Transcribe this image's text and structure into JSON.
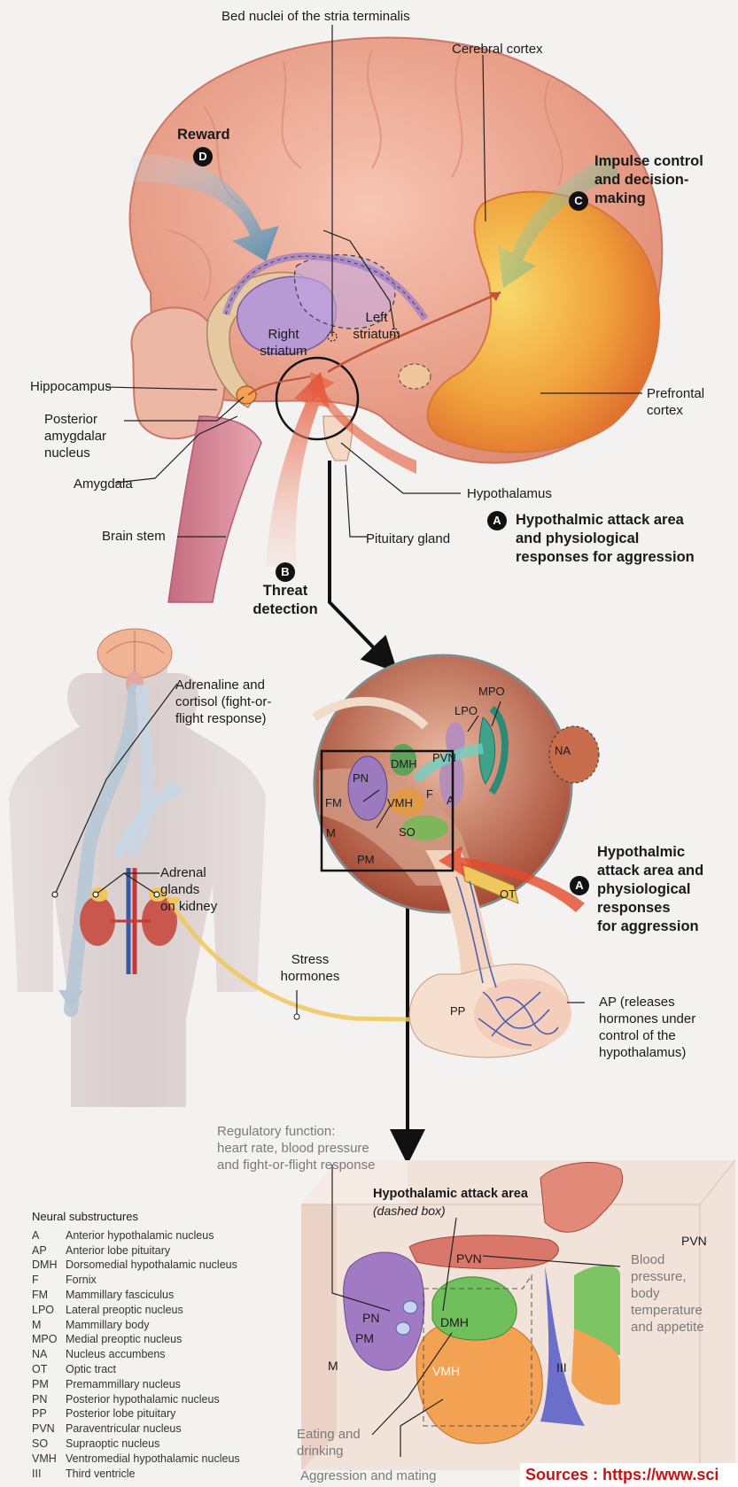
{
  "labels": {
    "bed_nuclei": "Bed nuclei of the stria terminalis",
    "cerebral_cortex": "Cerebral cortex",
    "reward": "Reward",
    "impulse_control": "Impulse control\nand decision-\nmaking",
    "right_striatum": "Right\nstriatum",
    "left_striatum": "Left\nstriatum",
    "hippocampus": "Hippocampus",
    "prefrontal_cortex": "Prefrontal\ncortex",
    "posterior_amygdalar": "Posterior\namygdalar\nnucleus",
    "amygdala": "Amygdala",
    "hypothalamus": "Hypothalamus",
    "attack_area_top": "Hypothalmic attack area\nand physiological\nresponses for aggression",
    "brain_stem": "Brain stem",
    "pituitary_gland": "Pituitary gland",
    "threat_detection": "Threat\ndetection",
    "adrenaline": "Adrenaline and\ncortisol (fight-or-\nflight response)",
    "adrenal_glands": "Adrenal\nglands\non kidney",
    "attack_area_zoom": "Hypothalmic\nattack area and\nphysiological\nresponses\nfor aggression",
    "stress_hormones": "Stress\nhormones",
    "ap": "AP (releases\nhormones under\ncontrol of the\nhypothalamus)",
    "regulatory_function": "Regulatory function:\nheart rate, blood pressure\nand fight-or-flight response",
    "blood_pressure": "Blood\npressure,\nbody\ntemperature\nand appetite",
    "eating_drinking": "Eating and\ndrinking",
    "aggression_mating": "Aggression and mating"
  },
  "badges": {
    "a": "A",
    "b": "B",
    "c": "C",
    "d": "D"
  },
  "zoom": {
    "mpo": "MPO",
    "lpo": "LPO",
    "na": "NA",
    "pvn": "PVN",
    "dmh": "DMH",
    "pn": "PN",
    "fm": "FM",
    "vmh": "VMH",
    "f": "F",
    "a": "A",
    "m": "M",
    "so": "SO",
    "pm": "PM",
    "ot": "OT",
    "pp": "PP"
  },
  "cube": {
    "title": "Hypothalamic attack area",
    "subtitle": "(dashed box)",
    "pvn": "PVN",
    "dmh": "DMH",
    "pn": "PN",
    "pm": "PM",
    "m": "M",
    "vmh": "VMH",
    "iii": "III"
  },
  "legend": {
    "title": "Neural substructures",
    "items": [
      [
        "A",
        "Anterior hypothalamic nucleus"
      ],
      [
        "AP",
        "Anterior lobe pituitary"
      ],
      [
        "DMH",
        "Dorsomedial hypothalamic nucleus"
      ],
      [
        "F",
        "Fornix"
      ],
      [
        "FM",
        "Mammillary fasciculus"
      ],
      [
        "LPO",
        "Lateral preoptic nucleus"
      ],
      [
        "M",
        "Mammillary body"
      ],
      [
        "MPO",
        "Medial preoptic nucleus"
      ],
      [
        "NA",
        "Nucleus accumbens"
      ],
      [
        "OT",
        "Optic tract"
      ],
      [
        "PM",
        "Premammillary nucleus"
      ],
      [
        "PN",
        "Posterior hypothalamic nucleus"
      ],
      [
        "PP",
        "Posterior lobe pituitary"
      ],
      [
        "PVN",
        "Paraventricular nucleus"
      ],
      [
        "SO",
        "Supraoptic nucleus"
      ],
      [
        "VMH",
        "Ventromedial hypothalamic nucleus"
      ],
      [
        "III",
        "Third ventricle"
      ]
    ]
  },
  "source": "Sources : https://www.sci",
  "colors": {
    "badge": "#111111",
    "source_text": "#cc1111",
    "prefrontal": "#f0a23b",
    "reward_arrow": "#3c86b3",
    "impulse_arrow": "#3f8f56",
    "threat_arrow": "#e24a2b"
  }
}
